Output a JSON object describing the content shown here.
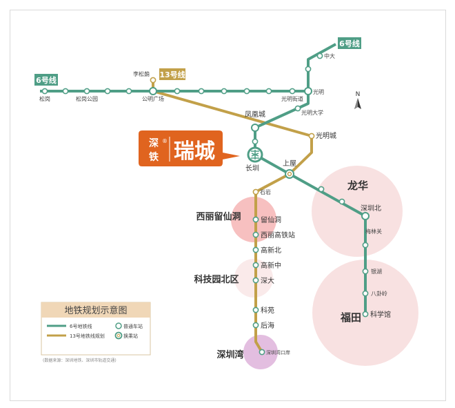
{
  "colors": {
    "line6": "#4f9e86",
    "line13": "#c2a049",
    "brand": "#e0641f",
    "districtPink": "#f7dcdc",
    "districtRed": "#f08c8c",
    "districtPurple": "#d9a8d6",
    "legendHeader": "#f0d7b7"
  },
  "badges": {
    "line6_west": "6号线",
    "line6_east": "6号线",
    "line13": "13号线"
  },
  "brand": {
    "line1": "深",
    "line2": "铁",
    "mark": "®",
    "name": "瑞城"
  },
  "districts": [
    "龙华",
    "福田",
    "西丽留仙洞",
    "科技园北区",
    "深圳湾"
  ],
  "stations": {
    "songgang": "松岗",
    "songgang_park": "松岗公园",
    "gongming_sq": "公明广场",
    "lisongmang": "李松蓢",
    "guangming": "光明",
    "guangming_street": "光明街道",
    "zhongda": "中大",
    "guangming_daxue": "光明大学",
    "fenghuang": "凤凰城",
    "guangmingcheng": "光明城",
    "changzhen": "长圳",
    "shangwu": "上屋",
    "shiyan": "石岩",
    "liuxiandong": "留仙洞",
    "xili_hsr": "西丽高铁站",
    "gaoxin_north": "高新北",
    "gaoxin_mid": "高新中",
    "shenda": "深大",
    "keyuan": "科苑",
    "houhai": "后海",
    "shenzhenwan_port": "深圳湾口岸",
    "shenzhen_north": "深圳北",
    "meilin_guan": "梅林关",
    "yinhu": "银湖",
    "baguaying": "八卦岭",
    "kexueguan": "科学馆"
  },
  "compass": "N",
  "legend": {
    "title": "地铁规划示意图",
    "items": [
      "6号地铁线",
      "13号地铁线规划",
      "普通车站",
      "换乘站"
    ]
  },
  "source_note": "(数据来源：深圳地铁、深圳市轨道交通)"
}
